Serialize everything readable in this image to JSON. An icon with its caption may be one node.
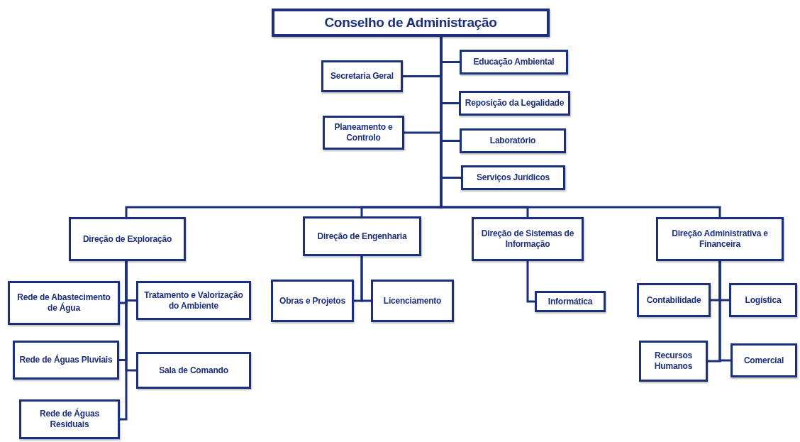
{
  "diagram": {
    "nodes": [
      {
        "text": [
          "Conselho de Administração"
        ]
      },
      {
        "text": [
          "Secretaria Geral"
        ]
      },
      {
        "text": [
          "Educação Ambiental"
        ]
      },
      {
        "text": [
          "Reposição da Legalidade"
        ]
      },
      {
        "text": [
          "Planeamento e Controlo"
        ]
      },
      {
        "text": [
          "Laboratório"
        ]
      },
      {
        "text": [
          "Serviços Jurídicos"
        ]
      },
      {
        "text": [
          "Direção de Exploração"
        ]
      },
      {
        "text": [
          "Direção de Engenharia"
        ]
      },
      {
        "text": [
          "Direção de Sistemas de Informação"
        ]
      },
      {
        "text": [
          "Direção Administrativa e Financeira"
        ]
      },
      {
        "text": [
          "Rede de Abastecimento de Água"
        ]
      },
      {
        "text": [
          "Tratamento e Valorização do Ambiente"
        ]
      },
      {
        "text": [
          "Rede de Águas Pluviais"
        ]
      },
      {
        "text": [
          "Sala de Comando"
        ]
      },
      {
        "text": [
          "Rede de Águas Residuais"
        ]
      },
      {
        "text": [
          "Obras e Projetos"
        ]
      },
      {
        "text": [
          "Licenciamento"
        ]
      },
      {
        "text": [
          "Informática"
        ]
      },
      {
        "text": [
          "Contabilidade"
        ]
      },
      {
        "text": [
          "Logística"
        ]
      },
      {
        "text": [
          "Recursos Humanos"
        ]
      },
      {
        "text": [
          "Comercial"
        ]
      }
    ],
    "edges": [
      {
        "from": 0,
        "to": 1,
        "arrow": "none"
      },
      {
        "from": 0,
        "to": 2,
        "arrow": "none"
      },
      {
        "from": 0,
        "to": 3,
        "arrow": "none"
      },
      {
        "from": 0,
        "to": 4,
        "arrow": "none"
      },
      {
        "from": 0,
        "to": 5,
        "arrow": "none"
      },
      {
        "from": 0,
        "to": 6,
        "arrow": "none"
      },
      {
        "from": 0,
        "to": 7,
        "arrow": "none"
      },
      {
        "from": 0,
        "to": 8,
        "arrow": "none"
      },
      {
        "from": 0,
        "to": 9,
        "arrow": "none"
      },
      {
        "from": 0,
        "to": 10,
        "arrow": "none"
      },
      {
        "from": 7,
        "to": 11,
        "arrow": "none"
      },
      {
        "from": 7,
        "to": 12,
        "arrow": "none"
      },
      {
        "from": 7,
        "to": 13,
        "arrow": "none"
      },
      {
        "from": 7,
        "to": 14,
        "arrow": "none"
      },
      {
        "from": 7,
        "to": 15,
        "arrow": "none"
      },
      {
        "from": 8,
        "to": 16,
        "arrow": "none"
      },
      {
        "from": 8,
        "to": 17,
        "arrow": "none"
      },
      {
        "from": 9,
        "to": 18,
        "arrow": "none"
      },
      {
        "from": 10,
        "to": 19,
        "arrow": "none"
      },
      {
        "from": 10,
        "to": 20,
        "arrow": "none"
      },
      {
        "from": 10,
        "to": 21,
        "arrow": "none"
      },
      {
        "from": 10,
        "to": 22,
        "arrow": "none"
      }
    ]
  }
}
